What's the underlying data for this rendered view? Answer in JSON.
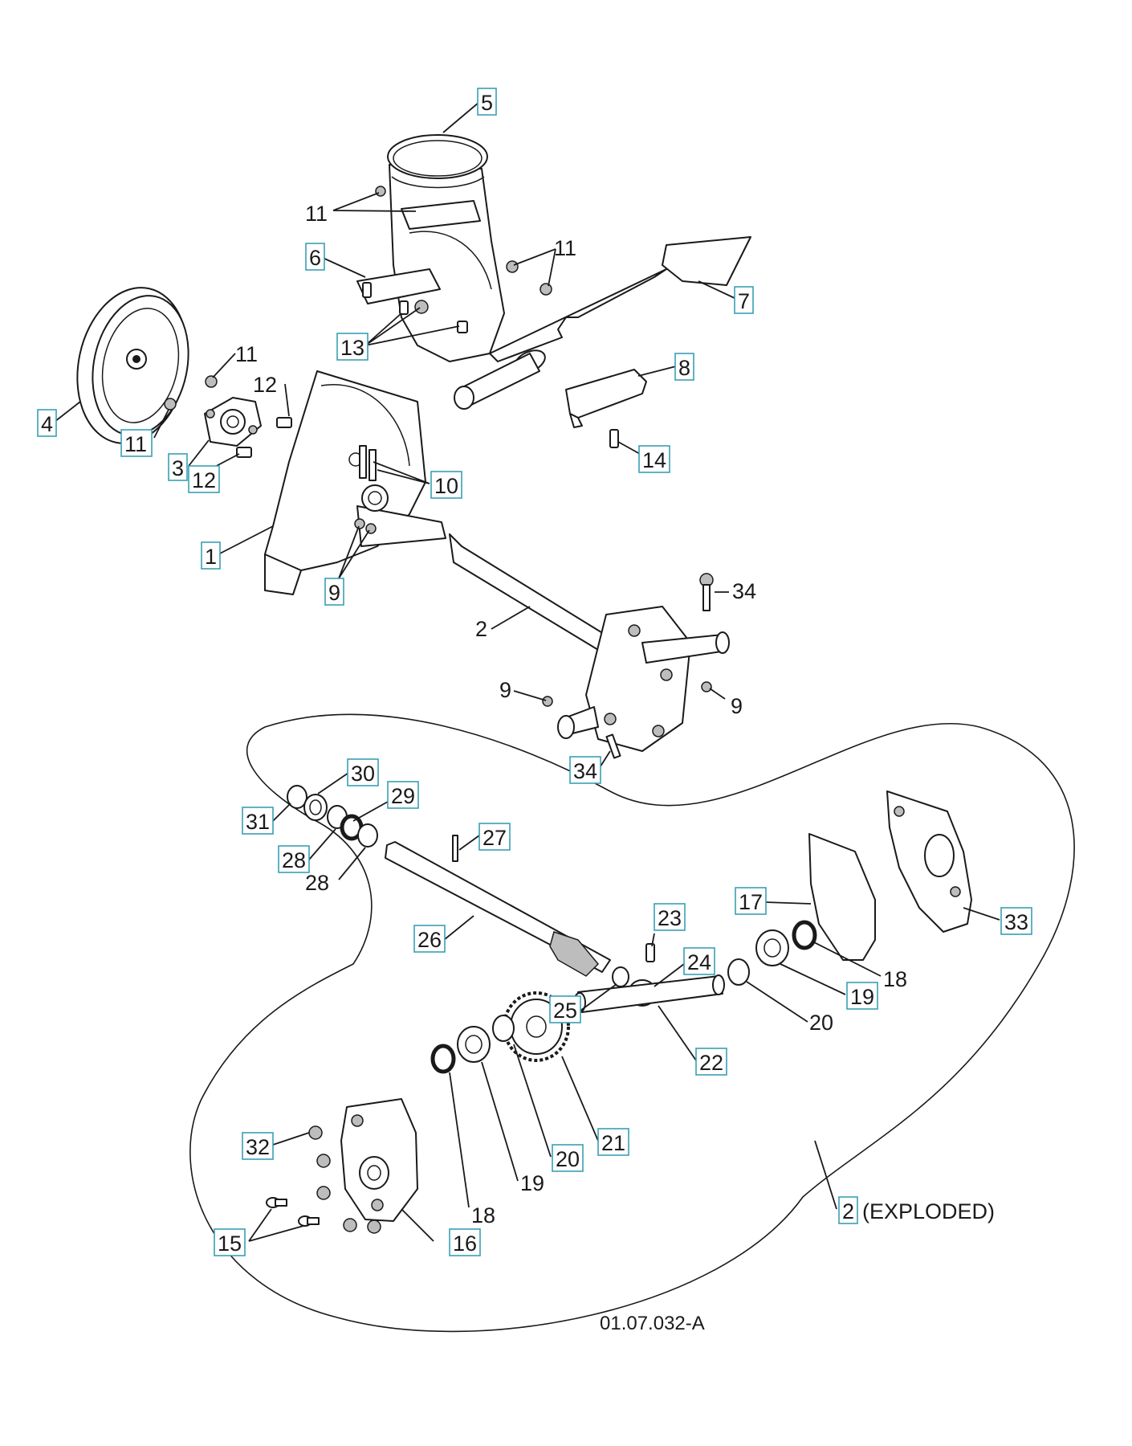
{
  "diagram": {
    "drawing_number": "01.07.032-A",
    "exploded_note": "(EXPLODED)"
  },
  "callouts": {
    "c1": "1",
    "c2": "2",
    "c2b": "2",
    "c3": "3",
    "c4": "4",
    "c5": "5",
    "c6": "6",
    "c7": "7",
    "c8": "8",
    "c9a": "9",
    "c9b": "9",
    "c9c": "9",
    "c10": "10",
    "c11a": "11",
    "c11b": "11",
    "c11c": "11",
    "c11d": "11",
    "c12a": "12",
    "c12b": "12",
    "c13": "13",
    "c14": "14",
    "c15": "15",
    "c16": "16",
    "c17": "17",
    "c18a": "18",
    "c18b": "18",
    "c19a": "19",
    "c19b": "19",
    "c20a": "20",
    "c20b": "20",
    "c21": "21",
    "c22": "22",
    "c23": "23",
    "c24": "24",
    "c25": "25",
    "c26": "26",
    "c27": "27",
    "c28a": "28",
    "c28b": "28",
    "c29": "29",
    "c30": "30",
    "c31": "31",
    "c32": "32",
    "c33": "33",
    "c34a": "34",
    "c34b": "34"
  }
}
